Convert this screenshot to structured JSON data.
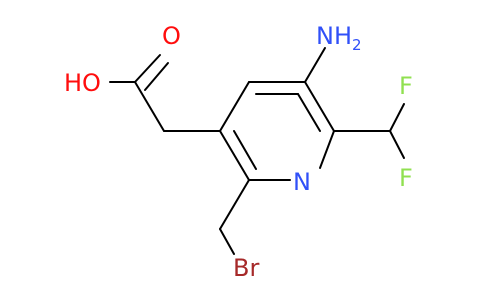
{
  "molecule": {
    "atoms": {
      "hydroxyl_oh": "HO",
      "carbonyl_o": "O",
      "amino_n": "NH",
      "amino_sub": "2",
      "ring_n": "N",
      "fluorine_top": "F",
      "fluorine_bottom": "F",
      "bromine": "Br"
    }
  },
  "colors": {
    "bond": "#000000",
    "oxygen": "#ff0d0d",
    "nitrogen": "#3050f8",
    "fluorine": "#90e050",
    "bromine": "#a62929"
  }
}
